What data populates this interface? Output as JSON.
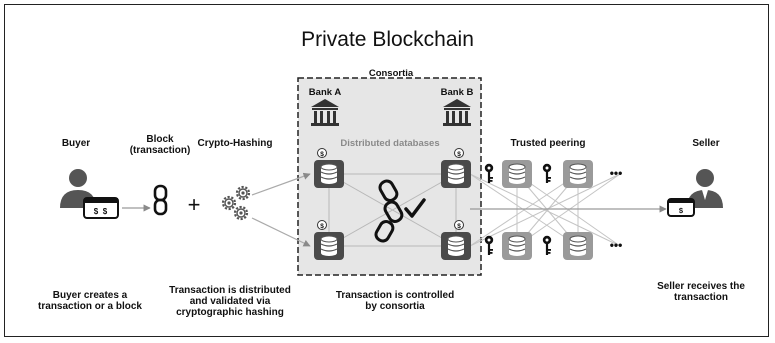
{
  "title": "Private Blockchain",
  "labels": {
    "consortia": "Consortia",
    "bank_a": "Bank A",
    "bank_b": "Bank B",
    "distributed_databases": "Distributed databases",
    "buyer": "Buyer",
    "block_line1": "Block",
    "block_line2": "(transaction)",
    "crypto_hashing": "Crypto-Hashing",
    "trusted_peering": "Trusted peering",
    "seller": "Seller"
  },
  "captions": {
    "buyer_line1": "Buyer creates a",
    "buyer_line2": "transaction or a block",
    "hash_line1": "Transaction is distributed",
    "hash_line2": "and validated via",
    "hash_line3": "cryptographic hashing",
    "consortia_line1": "Transaction is controlled",
    "consortia_line2": "by consortia",
    "seller_line1": "Seller receives the",
    "seller_line2": "transaction"
  },
  "symbols": {
    "plus": "+",
    "ellipsis": "•••",
    "coin": "$"
  },
  "icons": [
    "bank-icon",
    "database-icon",
    "coin-icon",
    "key-icon",
    "chain-link-icon",
    "checkmark-icon",
    "gear-icon",
    "person-icon",
    "wallet-icon"
  ],
  "colors": {
    "db_dark": "#4a4a4a",
    "db_light": "#9a9a9a",
    "consortia_bg": "#e6e6e6",
    "line": "#b8b8b8",
    "text": "#111111"
  }
}
